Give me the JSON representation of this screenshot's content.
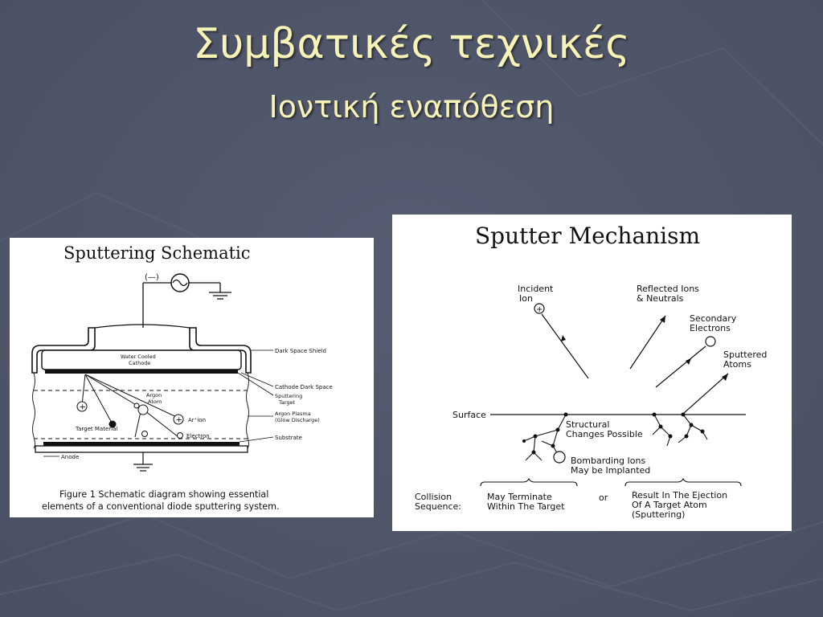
{
  "slide": {
    "title": "Συμβατικές τεχνικές",
    "subtitle": "Ιοντική εναπόθεση"
  },
  "colors": {
    "background": "#50566a",
    "title_text": "#f7f3b6",
    "panel": "#ffffff"
  },
  "left_figure": {
    "heading": "Sputtering Schematic",
    "power_label": "(—)",
    "labels": {
      "water_cooled_1": "Water Cooled",
      "water_cooled_2": "Cathode",
      "dark_space_shield": "Dark Space Shield",
      "cathode_dark_space": "Cathode Dark Space",
      "sputtering_target_1": "Sputtering",
      "sputtering_target_2": "Target",
      "argon_atom_1": "Argon",
      "argon_atom_2": "Atom",
      "argon_plasma_1": "Argon Plasma",
      "argon_plasma_2": "(Glow Discharge)",
      "ar_ion": "Ar⁺ion",
      "target_material": "Target Material",
      "electron": "Electron",
      "substrate": "Substrate",
      "anode": "Anode"
    },
    "caption_line1": "Figure 1  Schematic diagram showing essential",
    "caption_line2": "elements of a conventional diode sputtering system."
  },
  "right_figure": {
    "heading": "Sputter Mechanism",
    "labels": {
      "incident_1": "Incident",
      "incident_2": "Ion",
      "reflected_1": "Reflected Ions",
      "reflected_2": "& Neutrals",
      "secondary_1": "Secondary",
      "secondary_2": "Electrons",
      "sputtered_1": "Sputtered",
      "sputtered_2": "Atoms",
      "surface": "Surface",
      "structural_1": "Structural",
      "structural_2": "Changes Possible",
      "bombarding_1": "Bombarding Ions",
      "bombarding_2": "May be Implanted",
      "collision_1": "Collision",
      "collision_2": "Sequence:",
      "terminate_1": "May Terminate",
      "terminate_2": "Within The Target",
      "or": "or",
      "ejection_1": "Result In The Ejection",
      "ejection_2": "Of A Target Atom",
      "ejection_3": "(Sputtering)"
    }
  }
}
